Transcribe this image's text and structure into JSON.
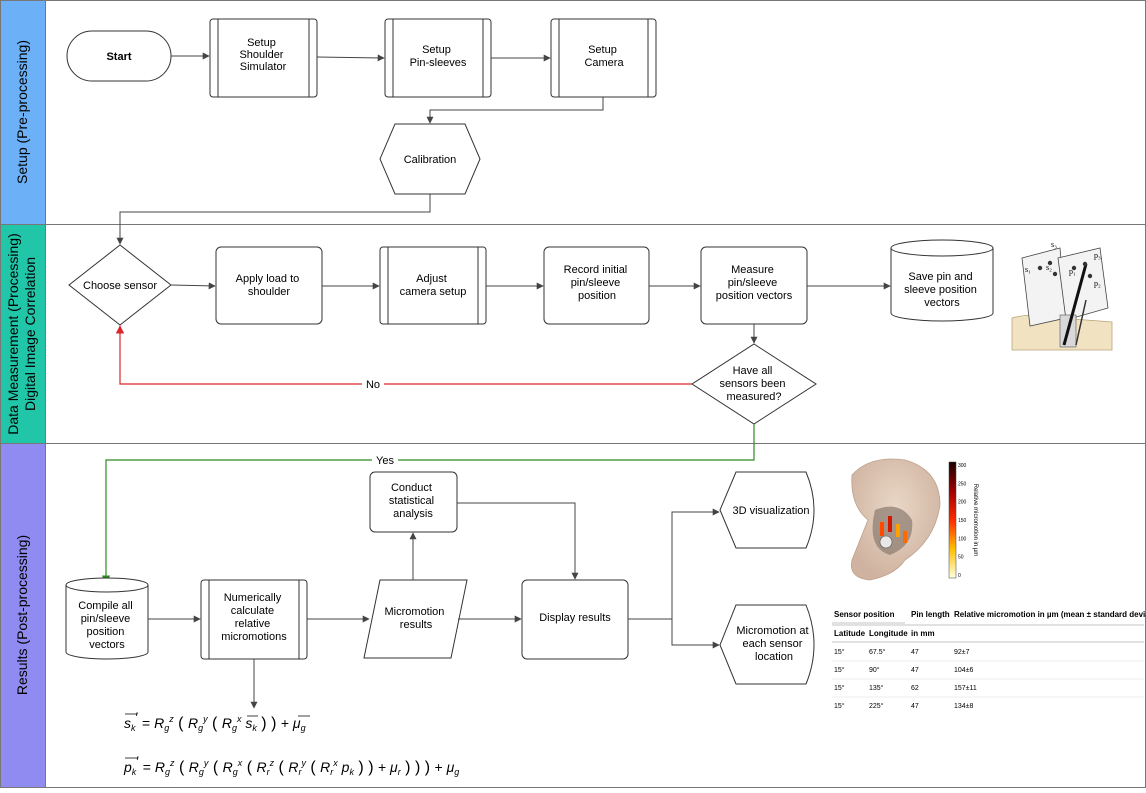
{
  "lanes": [
    {
      "title": "Setup (Pre-processing)",
      "color": "#6cb1f7"
    },
    {
      "title": "Data Measurement (Processing)",
      "subtitle": "Digital Image Correlation",
      "color": "#21c6a8"
    },
    {
      "title": "Results (Post-processing)",
      "color": "#8f8bf0"
    }
  ],
  "nodes": {
    "start": "Start",
    "shoulder_sim": [
      "Setup",
      "Shoulder",
      "Simulator"
    ],
    "pin_sleeves": [
      "Setup",
      "Pin-sleeves"
    ],
    "camera": [
      "Setup",
      "Camera"
    ],
    "calibration": "Calibration",
    "choose_sensor": "Choose sensor",
    "apply_load": [
      "Apply load to",
      "shoulder"
    ],
    "adjust_camera": [
      "Adjust",
      "camera setup"
    ],
    "record_initial": [
      "Record initial",
      "pin/sleeve",
      "position"
    ],
    "measure_vectors": [
      "Measure",
      "pin/sleeve",
      "position vectors"
    ],
    "save_vectors": [
      "Save pin and",
      "sleeve position",
      "vectors"
    ],
    "have_all": [
      "Have all",
      "sensors been",
      "measured?"
    ],
    "compile": [
      "Compile all",
      "pin/sleeve",
      "position",
      "vectors"
    ],
    "numeric": [
      "Numerically",
      "calculate",
      "relative",
      "micromotions"
    ],
    "micromotion_results": [
      "Micromotion",
      "results"
    ],
    "statistical": [
      "Conduct",
      "statistical",
      "analysis"
    ],
    "display": "Display results",
    "visualization": "3D visualization",
    "micro_each": [
      "Micromotion at",
      "each sensor",
      "location"
    ]
  },
  "edge_labels": {
    "no": "No",
    "yes": "Yes"
  },
  "colors": {
    "no_arrow": "#d9262a",
    "yes_arrow": "#2e8b23",
    "flow": "#444444"
  },
  "sensor_labels": {
    "s1": "s₁",
    "s2": "s₂",
    "s3": "s₃",
    "p1": "p₁",
    "p2": "p₂",
    "p3": "p₃"
  },
  "colorbar": {
    "ticks": [
      "300",
      "250",
      "200",
      "150",
      "100",
      "50",
      "0"
    ],
    "label": "Relative micromotion in µm"
  },
  "table": {
    "headers": [
      "Sensor position",
      "Pin length",
      "Relative micromotion in µm (mean ± standard deviation)"
    ],
    "subheaders": [
      "Latitude",
      "Longitude",
      "in mm"
    ],
    "rows": [
      [
        "15°",
        "67.5°",
        "47",
        "92±7"
      ],
      [
        "15°",
        "90°",
        "47",
        "104±6"
      ],
      [
        "15°",
        "135°",
        "62",
        "157±11"
      ],
      [
        "15°",
        "225°",
        "47",
        "134±8"
      ]
    ]
  }
}
